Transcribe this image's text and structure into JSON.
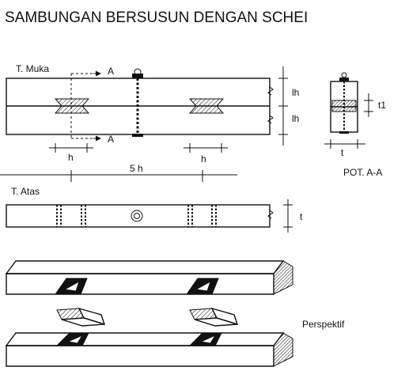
{
  "title": "SAMBUNGAN BERSUSUN DENGAN SCHEI",
  "labels": {
    "front_view": "T. Muka",
    "section_mark_top": "A",
    "section_mark_bottom": "A",
    "lh_top": "lh",
    "lh_bottom": "lh",
    "t1": "t1",
    "t_section": "t",
    "section_caption": "POT. A-A",
    "h_left": "h",
    "h_right": "h",
    "five_h": "5 h",
    "top_view": "T. Atas",
    "t_top": "t",
    "perspective": "Perspektif"
  }
}
